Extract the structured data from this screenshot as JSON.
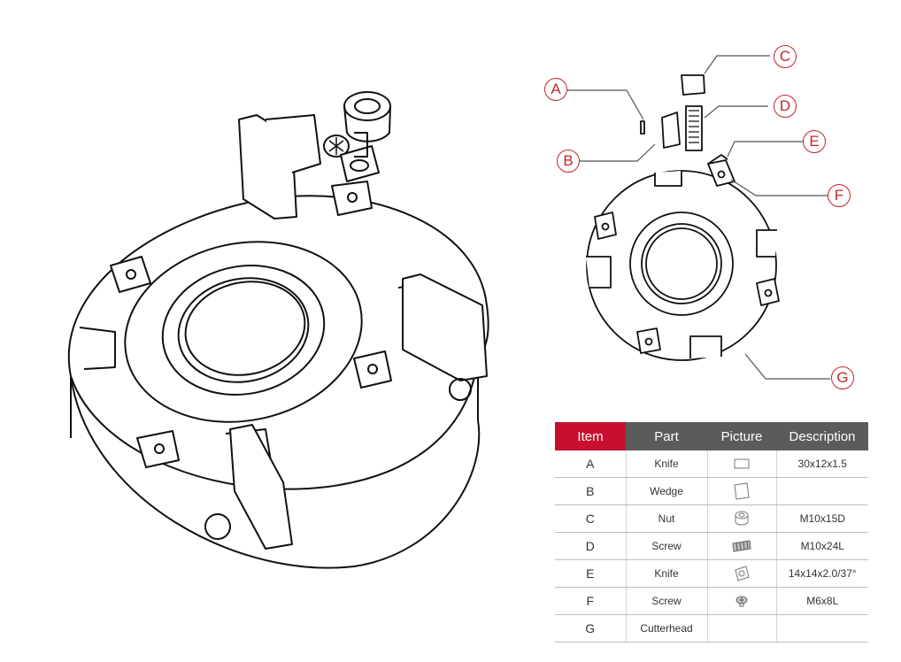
{
  "callouts": [
    "A",
    "B",
    "C",
    "D",
    "E",
    "F",
    "G"
  ],
  "table": {
    "headers": [
      "Item",
      "Part",
      "Picture",
      "Description"
    ],
    "rows": [
      {
        "item": "A",
        "part": "Knife",
        "picture": "knife-icon",
        "description": "30x12x1.5"
      },
      {
        "item": "B",
        "part": "Wedge",
        "picture": "wedge-icon",
        "description": ""
      },
      {
        "item": "C",
        "part": "Nut",
        "picture": "nut-icon",
        "description": "M10x15D"
      },
      {
        "item": "D",
        "part": "Screw",
        "picture": "screw-icon",
        "description": "M10x24L"
      },
      {
        "item": "E",
        "part": "Knife",
        "picture": "insert-knife-icon",
        "description": "14x14x2.0/37°"
      },
      {
        "item": "F",
        "part": "Screw",
        "picture": "torx-screw-icon",
        "description": "M6x8L"
      },
      {
        "item": "G",
        "part": "Cutterhead",
        "picture": "",
        "description": ""
      }
    ]
  },
  "colors": {
    "accent": "#c8102e",
    "header": "#5b5b5b"
  }
}
